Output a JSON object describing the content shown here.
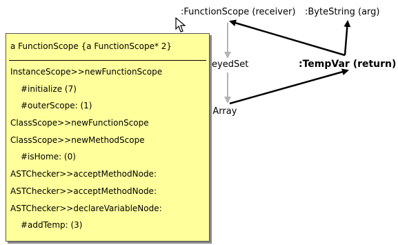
{
  "nodes": {
    "function_scope": ":FunctionScope (receiver)",
    "byte_string": ":ByteString (arg)",
    "keyed_set": "eyedSet",
    "temp_var": ":TempVar (return)",
    "array": ":Array"
  },
  "tooltip": {
    "header": "a FunctionScope {a FunctionScope* 2}",
    "items": [
      {
        "text": "InstanceScope>>newFunctionScope",
        "indent": false
      },
      {
        "text": "#initialize  (7)",
        "indent": true
      },
      {
        "text": "#outerScope:  (1)",
        "indent": true
      },
      {
        "text": "ClassScope>>newFunctionScope",
        "indent": false
      },
      {
        "text": "ClassScope>>newMethodScope",
        "indent": false
      },
      {
        "text": "#isHome:  (0)",
        "indent": true
      },
      {
        "text": "ASTChecker>>acceptMethodNode:",
        "indent": false
      },
      {
        "text": "ASTChecker>>acceptMethodNode:",
        "indent": false
      },
      {
        "text": "ASTChecker>>declareVariableNode:",
        "indent": false
      },
      {
        "text": "#addTemp:  (3)",
        "indent": true
      }
    ]
  },
  "colors": {
    "tooltip_bg": "#ffff9c",
    "grey_arrow": "#b4b4b4",
    "black_arrow": "#000000"
  },
  "icons": {
    "cursor": "mouse-pointer-icon"
  }
}
